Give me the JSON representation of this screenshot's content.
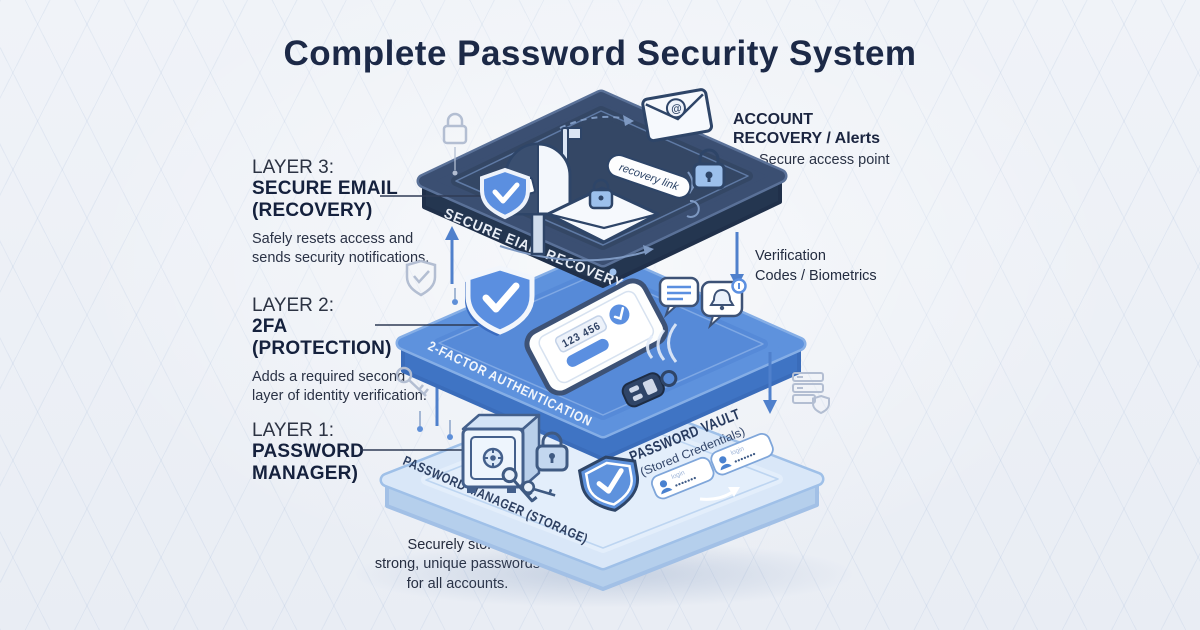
{
  "title": "Complete Password Security System",
  "left_labels": {
    "layer3": {
      "kicker": "LAYER 3:",
      "heading_line1": "SECURE EMAIL",
      "heading_line2": "(RECOVERY)",
      "desc_line1": "Safely resets access and",
      "desc_line2": "sends security notifications."
    },
    "layer2": {
      "kicker": "LAYER 2:",
      "heading_line1": "2FA",
      "heading_line2": "(PROTECTION)",
      "desc_line1": "Adds a required second",
      "desc_line2": "layer of identity verification."
    },
    "layer1": {
      "kicker": "LAYER 1:",
      "heading_line1": "PASSWORD",
      "heading_line2": "MANAGER)"
    }
  },
  "right_labels": {
    "account_recovery": {
      "heading_line1": "ACCOUNT",
      "heading_line2": "RECOVERY / Alerts",
      "subtext": "Secure access point"
    },
    "verification": {
      "line1": "Verification",
      "line2": "Codes / Biometrics"
    }
  },
  "stack": {
    "layer3": {
      "edge_label": "SECURE EIAIL RECOVERY",
      "recovery_tag": "recovery link",
      "icons": [
        "mailbox-icon",
        "shield-check-icon",
        "envelope-at-icon",
        "padlock-icon",
        "envelope-lock-icon"
      ]
    },
    "layer2": {
      "edge_label": "2-FACTOR AUTHENTICATION",
      "phone_code": "123 456",
      "icons": [
        "shield-check-icon",
        "phone-2fa-icon",
        "key-fob-icon",
        "chat-bubble-icon",
        "notification-bell-icon"
      ]
    },
    "layer1": {
      "edge_label": "PASSWORD MANAGER (STORAGE)",
      "vault_title": "PASSWORD VAULT",
      "vault_subtitle": "(Stored Credentials)",
      "icons": [
        "safe-vault-icon",
        "padlock-icon",
        "keys-icon",
        "shield-check-icon"
      ],
      "credentials": [
        {
          "label": "login",
          "masked": "•••••••"
        },
        {
          "label": "login",
          "masked": "•••••••"
        }
      ]
    }
  },
  "caption": {
    "line1": "Securely stores",
    "line2": "strong, unique passwords",
    "line3": "for all accounts."
  },
  "colors": {
    "background": "#eef1f6",
    "title_text": "#1c2947",
    "layer3_top": "#3b4f72",
    "layer3_side": "#243650",
    "layer2_top": "#5e92dd",
    "layer2_side": "#3f74c4",
    "layer1_top": "#d9e7f8",
    "layer1_side": "#b5cfec",
    "accent_blue": "#5b8fe0",
    "arrow_blue": "#4f80cc",
    "edge_text_light": "#e9eef6",
    "edge_text_dark": "#2e4062"
  }
}
